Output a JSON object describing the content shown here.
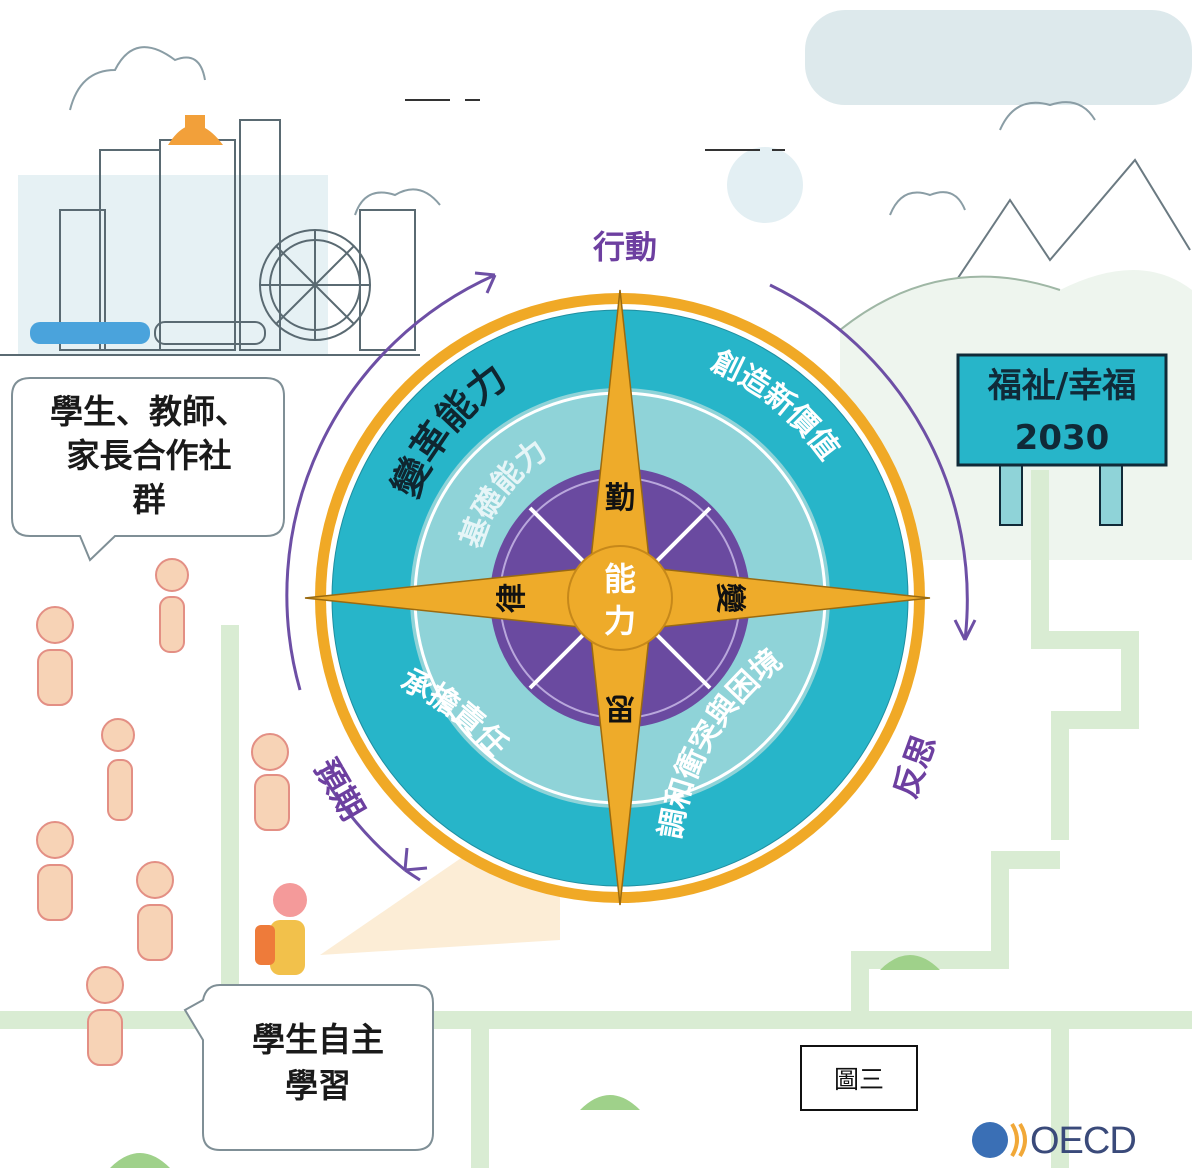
{
  "figure": {
    "compass": {
      "outer_ring_label": "變革能力",
      "inner_ring_label": "基礎能力",
      "center_label_top": "能",
      "center_label_bottom": "力",
      "quadrants": {
        "top_right": "創造新價值",
        "bottom_right": "調和衝突與困境",
        "bottom_left": "承擔責任"
      },
      "points": {
        "north": "勤",
        "east": "變",
        "south": "思",
        "west": "律"
      }
    },
    "cycle": {
      "action": "行動",
      "reflection": "反思",
      "anticipation": "預期"
    },
    "sign": {
      "line1": "福祉/幸福",
      "line2": "2030"
    },
    "community_bubble": {
      "line1": "學生、教師、",
      "line2": "家長合作社",
      "line3": "群"
    },
    "self_learning_bubble": {
      "line1": "學生自主",
      "line2": "學習"
    },
    "caption": "圖三",
    "logo": "OECD"
  },
  "colors": {
    "outer_orange": "#f0a926",
    "teal": "#27b5c9",
    "light_teal": "#8fd3d8",
    "purple": "#6a4aa0",
    "gold": "#eeab2a",
    "path_green": "#d9ecd3",
    "cycle_purple": "#6d3fa0"
  }
}
